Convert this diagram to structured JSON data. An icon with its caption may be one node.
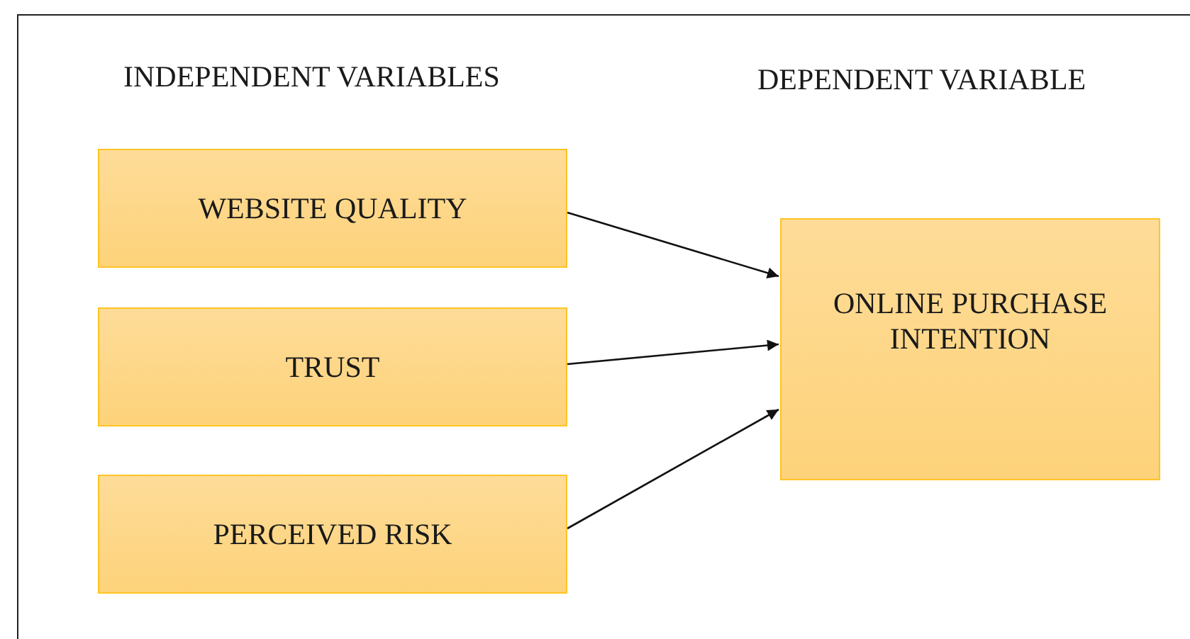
{
  "diagram": {
    "nodes": [
      {
        "text": [
          "WEBSITE QUALITY"
        ]
      },
      {
        "text": [
          "TRUST"
        ]
      },
      {
        "text": [
          "PERCEIVED RISK"
        ]
      },
      {
        "text": [
          "ONLINE PURCHASE INTENTION"
        ]
      }
    ],
    "edges": [
      {
        "from": 0,
        "to": 3,
        "arrow": "to"
      },
      {
        "from": 1,
        "to": 3,
        "arrow": "to"
      },
      {
        "from": 2,
        "to": 3,
        "arrow": "to"
      }
    ],
    "labels": [
      "INDEPENDENT VARIABLES",
      "DEPENDENT VARIABLE"
    ]
  }
}
